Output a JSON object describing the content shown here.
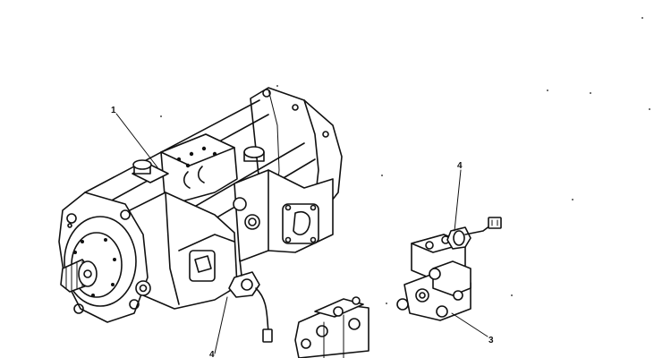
{
  "callouts": [
    {
      "id": "1",
      "label": "1"
    },
    {
      "id": "4a",
      "label": "4"
    },
    {
      "id": "3",
      "label": "3"
    },
    {
      "id": "4b",
      "label": "4"
    }
  ],
  "colors": {
    "ink": "#111111",
    "paper": "#ffffff"
  }
}
